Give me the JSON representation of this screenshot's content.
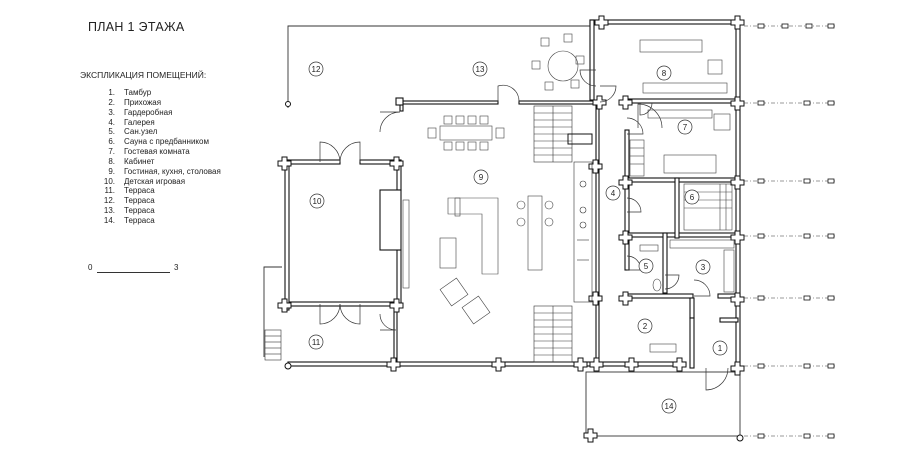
{
  "title": "ПЛАН 1 ЭТАЖА",
  "legend": {
    "heading": "ЭКСПЛИКАЦИЯ ПОМЕЩЕНИЙ:",
    "items": [
      {
        "num": "1.",
        "label": "Тамбур"
      },
      {
        "num": "2.",
        "label": "Прихожая"
      },
      {
        "num": "3.",
        "label": "Гардеробная"
      },
      {
        "num": "4.",
        "label": "Галерея"
      },
      {
        "num": "5.",
        "label": "Сан.узел"
      },
      {
        "num": "6.",
        "label": "Сауна с предбанником"
      },
      {
        "num": "7.",
        "label": "Гостевая комната"
      },
      {
        "num": "8.",
        "label": "Кабинет"
      },
      {
        "num": "9.",
        "label": "Гостиная, кухня, столовая"
      },
      {
        "num": "10.",
        "label": "Детская игровая"
      },
      {
        "num": "11.",
        "label": "Терраса"
      },
      {
        "num": "12.",
        "label": "Терраса"
      },
      {
        "num": "13.",
        "label": "Терраса"
      },
      {
        "num": "14.",
        "label": "Терраса"
      }
    ]
  },
  "scale": {
    "start": "0",
    "end": "3"
  },
  "rooms": [
    "1",
    "2",
    "3",
    "4",
    "5",
    "6",
    "7",
    "8",
    "9",
    "10",
    "11",
    "12",
    "13",
    "14"
  ]
}
